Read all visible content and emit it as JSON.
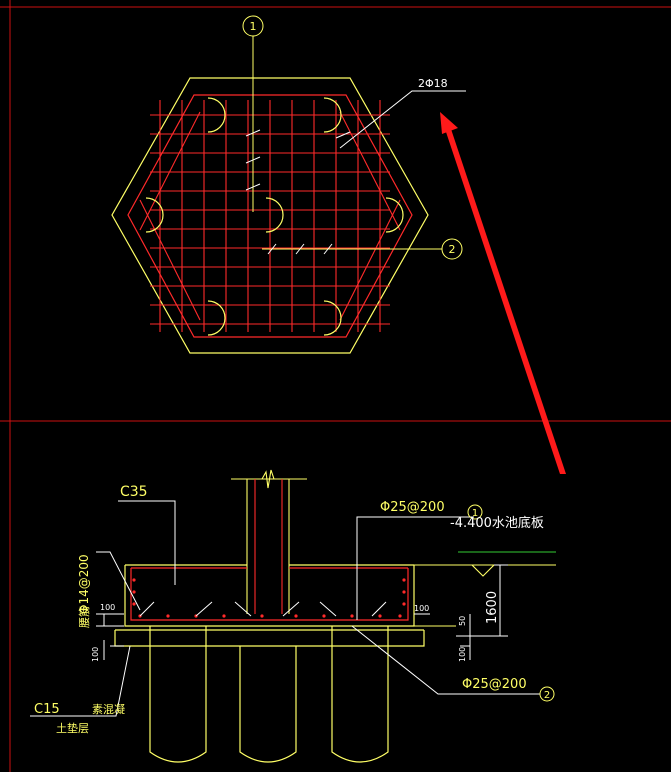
{
  "colors": {
    "background": "#000000",
    "outline": "#ffff66",
    "rebar": "#ff2a2a",
    "annotation_arrow": "#ff1a1a",
    "frame": "#cc1111",
    "dimension": "#ffffff"
  },
  "plan_view": {
    "callout_1": "1",
    "callout_2": "2",
    "label_top_rebar": "2Φ18"
  },
  "section_view": {
    "concrete_grade": "C35",
    "rebar_top": "Φ25@200",
    "callout_1": "1",
    "callout_2": "2",
    "pool_floor_label": "-4.400水池底板",
    "side_rebar": "Φ14@200",
    "side_rebar_prefix": "腰筋",
    "dim_100_left": "100",
    "dim_100_right": "100",
    "dim_100_bottom": "100",
    "dim_50": "50",
    "dim_1600": "1600",
    "rebar_bottom": "Φ25@200",
    "lean_concrete_grade": "C15",
    "lean_concrete_label": "素混凝",
    "cushion_label": "土垫层"
  }
}
